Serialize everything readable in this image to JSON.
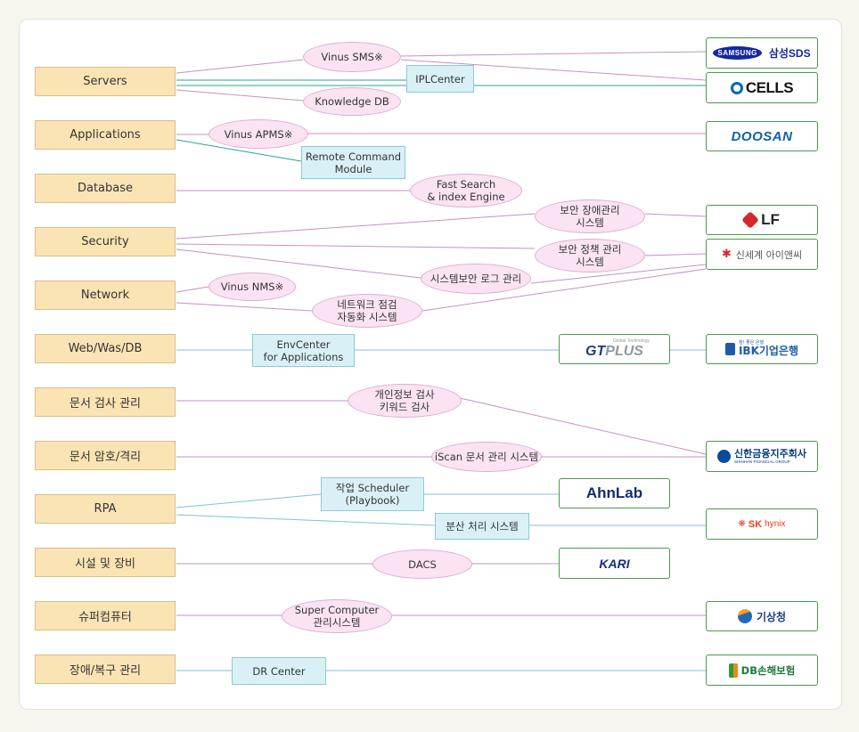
{
  "categories": [
    "Servers",
    "Applications",
    "Database",
    "Security",
    "Network",
    "Web/Was/DB",
    "문서 검사 관리",
    "문서 암호/격리",
    "RPA",
    "시설 및 장비",
    "슈퍼컴퓨터",
    "장애/복구 관리"
  ],
  "nodes": {
    "vinus_sms": "Vinus SMS※",
    "iplcenter": "IPLCenter",
    "knowledge_db": "Knowledge DB",
    "vinus_apms": "Vinus APMS※",
    "remote_cmd": "Remote Command\nModule",
    "fast_search": "Fast Search\n& index Engine",
    "sec_fault": "보안 장애관리\n시스템",
    "sec_policy": "보안 정책 관리\n시스템",
    "sec_log": "시스템보안 로그 관리",
    "vinus_nms": "Vinus NMS※",
    "net_check": "네트워크 점검\n자동화 시스템",
    "envcenter": "EnvCenter\nfor Applications",
    "privacy": "개인정보 검사\n키워드 검사",
    "iscan": "iScan 문서 관리 시스템",
    "scheduler": "작업 Scheduler\n(Playbook)",
    "distributed": "분산 처리 시스템",
    "dacs": "DACS",
    "supercomputer": "Super Computer\n관리시스템",
    "dr_center": "DR Center"
  },
  "logos": {
    "samsung_sds": {
      "badge": "SAMSUNG",
      "text": "삼성SDS"
    },
    "qcells": {
      "text": "CELLS"
    },
    "doosan": {
      "text": "DOOSAN"
    },
    "lf": {
      "text": "LF"
    },
    "shinsegae": {
      "text": "신세계 아이앤씨"
    },
    "gtplus": {
      "small": "Global Technology",
      "text": "GT",
      "text2": "PLUS"
    },
    "ibk": {
      "small": "참! 좋은 은행",
      "text": "IBK기업은행"
    },
    "shinhan": {
      "text": "신한금융지주회사",
      "small": "SHINHAN FINANCIAL GROUP"
    },
    "ahnlab": {
      "text": "AhnLab"
    },
    "skhynix": {
      "text": "SK",
      "text2": "hynix"
    },
    "kari": {
      "text": "KARI"
    },
    "kma": {
      "text": "기상청"
    },
    "db": {
      "text": "DB손해보험"
    }
  },
  "colors": {
    "line_pink": "#c98fc0",
    "line_teal": "#2aa39a",
    "line_blue": "#7ec3d3",
    "logo_border": "#4a9a4a"
  }
}
